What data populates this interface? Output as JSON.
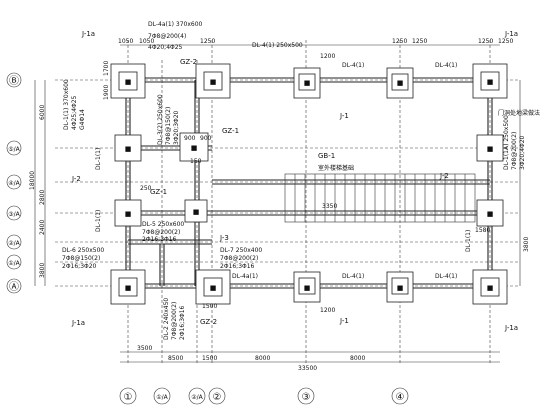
{
  "axes": {
    "cols": [
      "①",
      "①/A",
      "②/A",
      "②",
      "③",
      "④"
    ],
    "rows": [
      "Ⓑ",
      "⑤/A",
      "④/A",
      "③/A",
      "②/A",
      "①/A",
      "Ⓐ"
    ]
  },
  "dims": {
    "top_widths": [
      "1050",
      "1050",
      "1250",
      "1250",
      "1250",
      "1250",
      "1250"
    ],
    "left_v": [
      "6000",
      "18000",
      "2800",
      "2400",
      "3800"
    ],
    "bottom_top": [
      "3500",
      "8500",
      "1500",
      "8000",
      "8000"
    ],
    "bottom_total": "33500",
    "right_v": [
      "3800"
    ]
  },
  "labels": {
    "j1a_tl": "J-1a",
    "j1a_tr": "J-1a",
    "j1a_bl": "J-1a",
    "j1a_br": "J-1a",
    "j1_top": "J-1",
    "j1_bot": "J-1",
    "j2_left": "J-2",
    "j2_right": "J-2",
    "j3": "J-3",
    "gz1_a": "GZ-1",
    "gz1_b": "GZ-1",
    "gz2_top": "GZ-2",
    "gz2_bot": "GZ-2",
    "gb1": "GB-1",
    "dl4a_top": "DL-4a(1) 370x600",
    "dl4a_top_r1": "7Φ8@200(4)",
    "dl4a_top_r2": "4Φ20;4Φ25",
    "dl4_top1": "DL-4(1) 250x500",
    "dl4_top2": "DL-4(1)",
    "dl4_top3": "DL-4(1)",
    "dl1_left": "DL-1(1) 370x600",
    "dl1_left_r": "4Φ25;4Φ25",
    "dl1_left_r2": "G4Φ14",
    "dl1_mid": "DL-1(1)",
    "dl3": "DL-3(2) 250x600",
    "dl3_r1": "7Φ8@150(2)",
    "dl3_r2": "3Φ20;3Φ20",
    "dl5": "DL-5 250x600",
    "dl5_r1": "7Φ8@200(2)",
    "dl5_r2": "2Φ16;3Φ16",
    "dl6": "DL-6 250x500",
    "dl6_r1": "7Φ8@150(2)",
    "dl6_r2": "2Φ16;3Φ20",
    "dl7": "DL-7 250x400",
    "dl7_r1": "7Φ8@200(2)",
    "dl7_r2": "2Φ16;3Φ16",
    "dl1a_right": "DL-1(1A) 250x500",
    "dl1a_right_r1": "7Φ8@200(2)",
    "dl1a_right_r2": "3Φ20;4Φ20",
    "dl4a_bot": "DL-4a(1)",
    "dl4_bot1": "DL-4(1)",
    "dl4_bot2": "DL-4(1)",
    "dl2_bot": "DL-2 240x450",
    "dl2_bot_r1": "7Φ8@200(2)",
    "dl2_bot_r2": "2Φ16;3Φ16",
    "dl1_left2": "DL-1(1)",
    "dl1_right2": "DL-1(1)",
    "stair_note": "室外楼梯基础",
    "door_note": "门洞处地梁做法",
    "d3350": "3350",
    "d900a": "900",
    "d900b": "900",
    "d150": "150",
    "d250": "250",
    "d1500": "1500",
    "d1580": "1580",
    "d1200a": "1200",
    "d1200b": "1200",
    "d1700": "1700",
    "d1900": "1900"
  }
}
